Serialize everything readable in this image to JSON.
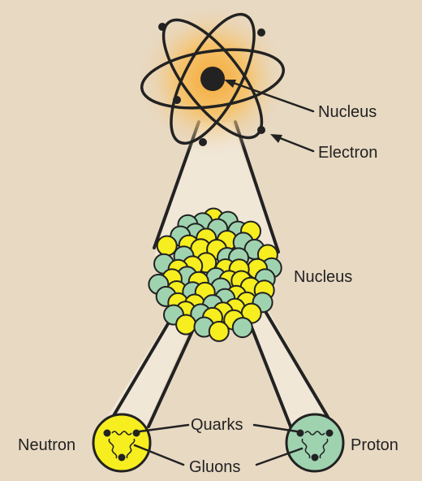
{
  "labels": {
    "atom_nucleus": "Nucleus",
    "electron": "Electron",
    "nucleus": "Nucleus",
    "quarks": "Quarks",
    "gluons": "Gluons",
    "neutron": "Neutron",
    "proton": "Proton"
  },
  "colors": {
    "background": "#e8d9c3",
    "beam": "#f1e7d7",
    "glow": "#f7b54a",
    "proton": "#f6ee1e",
    "neutron": "#9fd3b0",
    "outline": "#222222"
  },
  "icons": {
    "atom": "atom-icon",
    "gluon": "wavy-gluon-icon"
  }
}
